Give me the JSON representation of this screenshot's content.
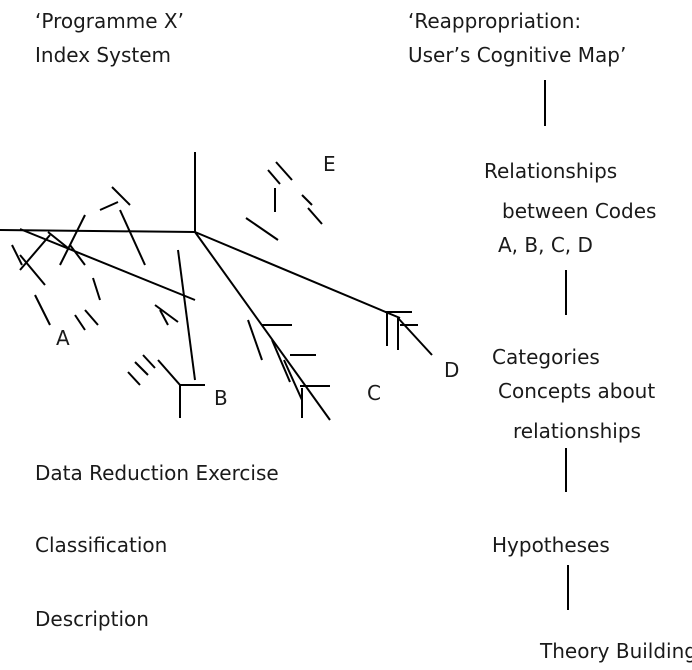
{
  "left_column": {
    "title_line1": "‘Programme X’",
    "title_line2": "Index System",
    "steps": [
      "Data Reduction Exercise",
      "Classification",
      "Description"
    ]
  },
  "right_column": {
    "title_line1": "‘Reappropriation:",
    "title_line2": "User’s Cognitive Map’",
    "relationships": [
      "Relationships",
      "between Codes",
      "A, B, C, D"
    ],
    "categories": [
      "Categories",
      "Concepts about",
      "relationships"
    ],
    "hypotheses": "Hypotheses",
    "theory": "Theory Building"
  },
  "code_labels": {
    "a": "A",
    "b": "B",
    "c": "C",
    "d": "D",
    "e": "E"
  }
}
